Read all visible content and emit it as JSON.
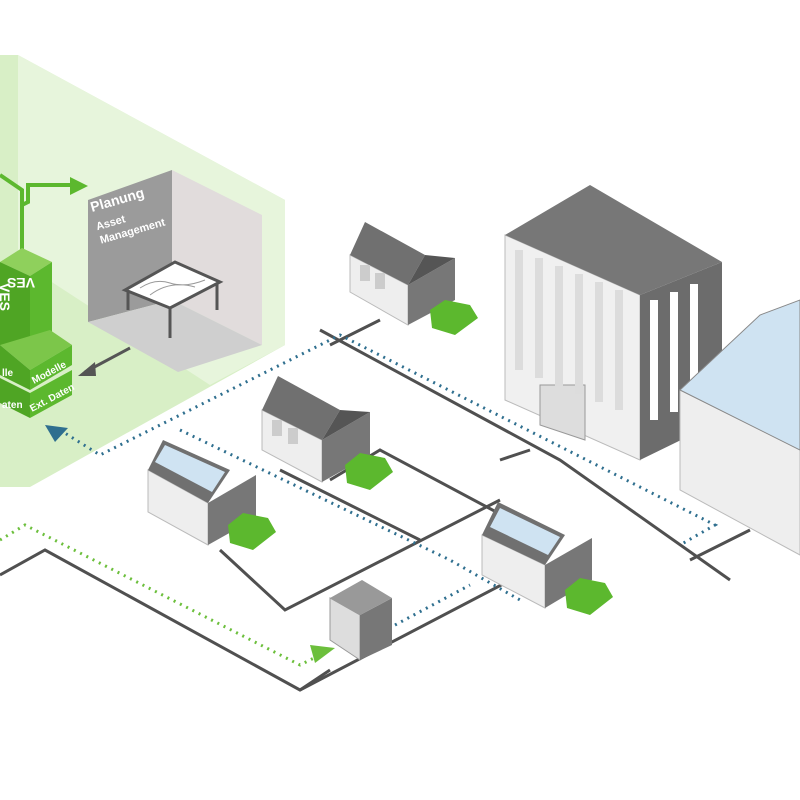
{
  "planning_room": {
    "title": "Planung",
    "line1": "Asset",
    "line2": "Management"
  },
  "ves_tower": {
    "face_left": "VES",
    "face_front": "VES",
    "tier1_left": "lle",
    "tier1_front": "Modelle",
    "tier2_left": "aten",
    "tier2_front": "Ext. Daten"
  },
  "colors": {
    "green": "#5cb82e",
    "light_green": "#dff0d0",
    "cable": "#555555",
    "blue_dots": "#2f6f8f",
    "green_dots": "#6cbf3c"
  }
}
